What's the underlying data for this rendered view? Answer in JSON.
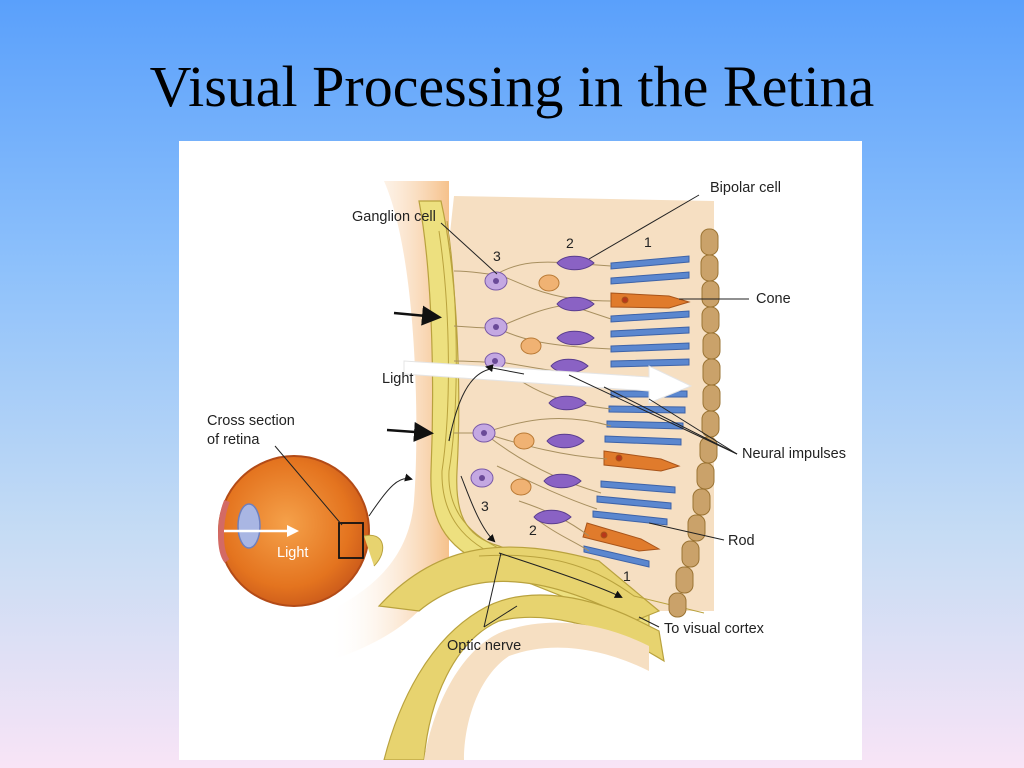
{
  "slide": {
    "title": "Visual Processing in the Retina"
  },
  "figure": {
    "labels": {
      "ganglion_cell": "Ganglion cell",
      "bipolar_cell": "Bipolar cell",
      "cone": "Cone",
      "light_main": "Light",
      "cross_section_line1": "Cross section",
      "cross_section_line2": "of retina",
      "neural_impulses": "Neural impulses",
      "rod": "Rod",
      "light_eye": "Light",
      "to_visual_cortex": "To visual cortex",
      "optic_nerve": "Optic nerve"
    },
    "numbers": {
      "top_3": "3",
      "top_2": "2",
      "top_1": "1",
      "bottom_3": "3",
      "bottom_2": "2",
      "bottom_1": "1"
    },
    "colors": {
      "ganglion": "#c4a8e2",
      "bipolar": "#8a62c4",
      "amacrine": "#f0b273",
      "cone": "#e07b2c",
      "rod": "#5b87cf",
      "epithelium": "#caa26a",
      "nerve_fiber": "#e8d98a",
      "tissue": "#f6dfc2"
    }
  }
}
